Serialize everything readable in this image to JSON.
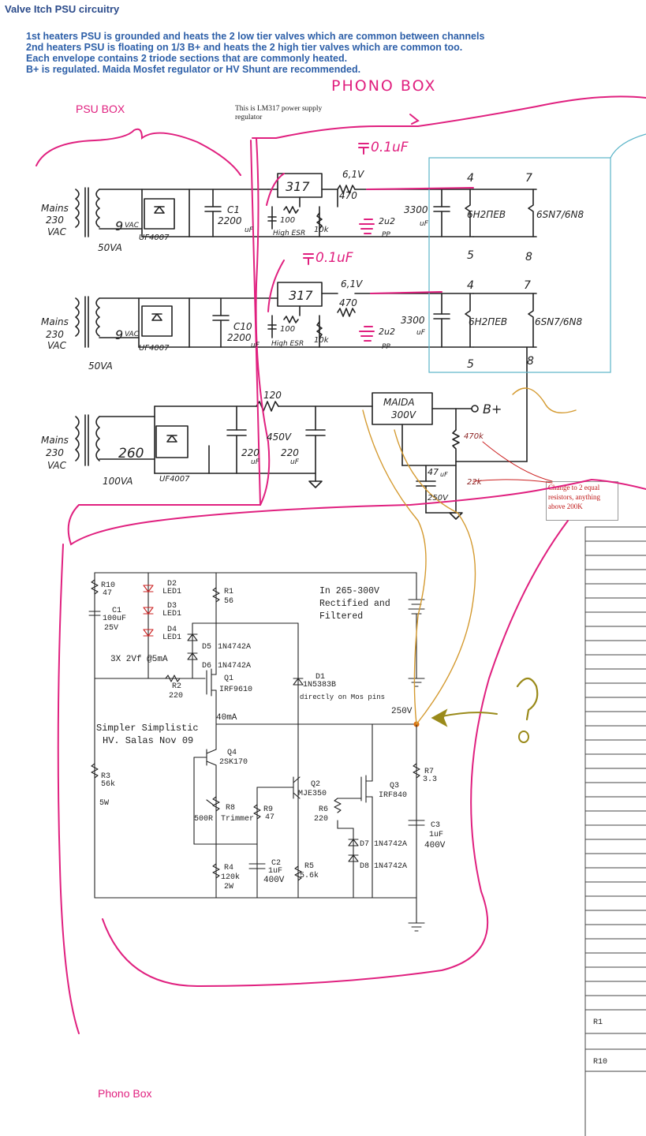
{
  "header": {
    "title": "Valve Itch PSU circuitry",
    "notes": [
      "1st heaters PSU is grounded and heats the 2 low tier valves which are common between channels",
      "2nd heaters PSU is floating on 1/3 B+ and heats the 2 high tier valves which are common too.",
      "Each envelope contains 2 triode sections that are commonly heated.",
      "B+ is regulated. Maida Mosfet regulator or HV Shunt are recommended."
    ]
  },
  "labels": {
    "psu_box": "PSU BOX",
    "phono_box_handwritten": "PHONO BOX",
    "phono_box": "Phono Box",
    "callout_lm317": "This is LM317 power supply regulator",
    "note_resistors": "Change to 2 equal resistors, anything above 200K",
    "cap_added_1": "0.1uF",
    "cap_added_2": "0.1uF",
    "question": "?"
  },
  "heater_psu_1": {
    "mains": "Mains",
    "mains_v": "230",
    "vac": "VAC",
    "va": "50VA",
    "sec": "9",
    "sec_unit": "VAC",
    "diode": "UF4007",
    "cap": "C1",
    "cap_val": "2200",
    "cap_unit": "uF",
    "reg": "317",
    "vout": "6,1V",
    "r_series": "470",
    "r_adj": "100",
    "esr": "High ESR",
    "pot": "10k",
    "film": "2u2",
    "film_type": "PP",
    "out_cap": "3300",
    "out_cap_unit": "uF",
    "valve_a": "6H2ΠEB",
    "valve_b": "6SN7/6N8",
    "pin_a_top": "4",
    "pin_a_bot": "5",
    "pin_b_top": "7",
    "pin_b_bot": "8"
  },
  "heater_psu_2": {
    "mains": "Mains",
    "mains_v": "230",
    "vac": "VAC",
    "va": "50VA",
    "sec": "9",
    "sec_unit": "VAC",
    "diode": "UF4007",
    "cap": "C10",
    "cap_val": "2200",
    "cap_unit": "uF",
    "reg": "317",
    "vout": "6,1V",
    "r_series": "470",
    "r_adj": "100",
    "esr": "High ESR",
    "pot": "10k",
    "film": "2u2",
    "film_type": "PP",
    "out_cap": "3300",
    "out_cap_unit": "uF",
    "valve_a": "6H2ΠEB",
    "valve_b": "6SN7/6N8",
    "pin_a_top": "4",
    "pin_a_bot": "5",
    "pin_b_top": "7",
    "pin_b_bot": "8"
  },
  "hv_psu": {
    "mains": "Mains",
    "mains_v": "230",
    "vac": "VAC",
    "va": "100VA",
    "sec": "260",
    "diode": "UF4007",
    "r": "120",
    "c1": "220",
    "c1_unit": "uF",
    "v": "450V",
    "c2": "220",
    "c2_unit": "uF",
    "reg": "MAIDA",
    "reg_v": "300V",
    "bplus": "B+",
    "r_top": "470k",
    "r_bot": "22k",
    "cap": "47",
    "cap_unit": "uF",
    "cap_v": "250V"
  },
  "shunt": {
    "R10": "R10",
    "R10v": "47",
    "C1": "C1",
    "C1v": "100uF",
    "C1v2": "25V",
    "D2": "D2",
    "D3": "D3",
    "D4": "D4",
    "led": "LED1",
    "D5": "D5",
    "D6": "D6",
    "zener": "1N4742A",
    "R1": "R1",
    "R1v": "56",
    "in1": "In 265-300V",
    "in2": "Rectified and",
    "in3": "Filtered",
    "led_note": "3X 2Vf @5mA",
    "R2": "R2",
    "R2v": "220",
    "Q1": "Q1",
    "Q1v": "IRF9610",
    "D1": "D1",
    "D1v": "1N5383B",
    "D1note": "directly on Mos pins",
    "title1": "Simpler Simplistic",
    "title2": "HV. Salas Nov 09",
    "current": "40mA",
    "vout": "250V",
    "Q4": "Q4",
    "Q4v": "2SK170",
    "R3": "R3",
    "R3v": "56k",
    "R3p": "5W",
    "R8": "R8",
    "R8v": "500R",
    "R8t": "Trimmer",
    "R9": "R9",
    "R9v": "47",
    "Q2": "Q2",
    "Q2v": "MJE350",
    "R6": "R6",
    "R6v": "220",
    "Q3": "Q3",
    "Q3v": "IRF840",
    "R7": "R7",
    "R7v": "3.3",
    "C3": "C3",
    "C3v": "1uF",
    "C3v2": "400V",
    "D7": "D7",
    "D8": "D8",
    "C2": "C2",
    "C2v": "1uF",
    "C2v2": "400V",
    "R4": "R4",
    "R4v": "120k",
    "R4p": "2W",
    "R5": "R5",
    "R5v": "5.6k"
  },
  "side_table": {
    "row1": "R1",
    "row2": "R10"
  }
}
